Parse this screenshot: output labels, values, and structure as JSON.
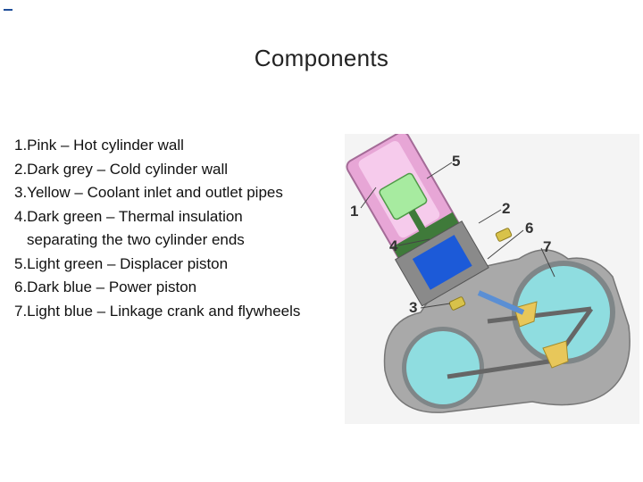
{
  "slide": {
    "title": "Components",
    "items": [
      {
        "text": "1.Pink – Hot cylinder wall"
      },
      {
        "text": "2.Dark grey – Cold cylinder wall"
      },
      {
        "text": "3.Yellow – Coolant inlet and outlet pipes"
      },
      {
        "text": "4.Dark green – Thermal insulation",
        "cont": "separating the two cylinder ends"
      },
      {
        "text": "5.Light green – Displacer piston"
      },
      {
        "text": "6.Dark blue – Power piston"
      },
      {
        "text": "7.Light blue – Linkage crank and flywheels"
      }
    ]
  },
  "figure": {
    "callouts": [
      "1",
      "2",
      "3",
      "4",
      "5",
      "6",
      "7"
    ],
    "colors": {
      "hot_wall": "#e7a6d6",
      "cold_wall": "#8a8a8a",
      "coolant_pipe": "#d8c24a",
      "insulation": "#3f7a3a",
      "displacer": "#a7eba0",
      "power_piston": "#1c5ad8",
      "flywheel": "#8fdde0"
    }
  }
}
